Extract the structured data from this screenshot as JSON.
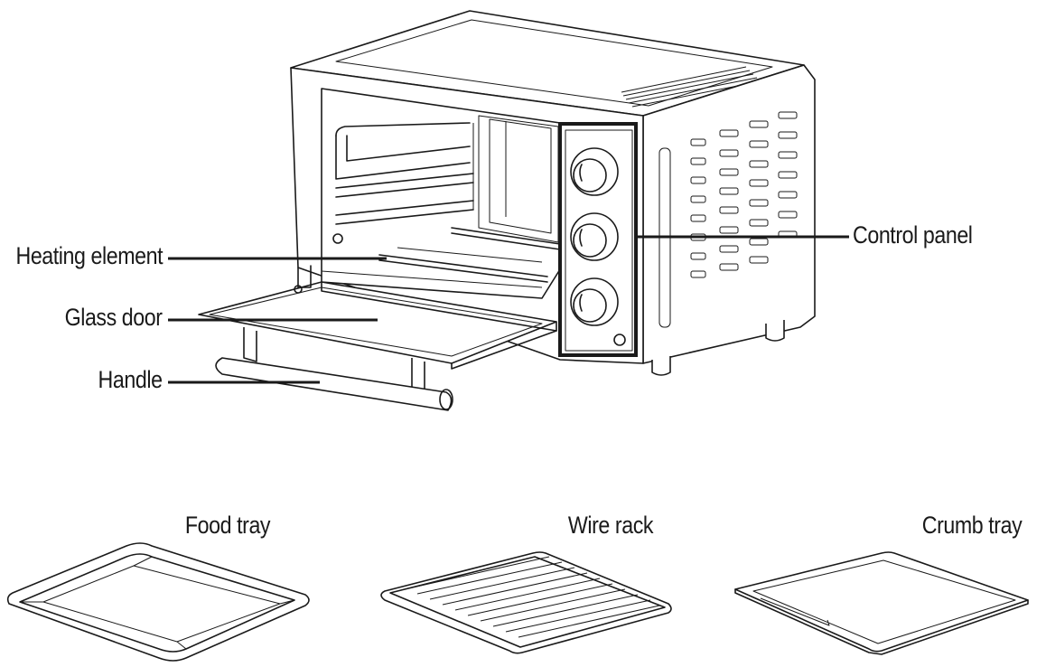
{
  "labels": {
    "heating_element": "Heating element",
    "glass_door": "Glass door",
    "handle": "Handle",
    "control_panel": "Control panel",
    "food_tray": "Food tray",
    "wire_rack": "Wire rack",
    "crumb_tray": "Crumb tray"
  },
  "colors": {
    "line": "#1a1a1a",
    "background": "#ffffff"
  }
}
